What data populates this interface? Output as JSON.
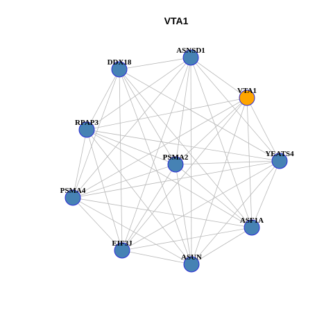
{
  "title": "VTA1",
  "colors": {
    "node_default": "#4682b4",
    "node_highlight": "#ffa500",
    "node_border": "#2a2ad6",
    "edge": "#b8b8b8"
  },
  "nodes": [
    {
      "id": "ASNSD1",
      "label": "ASNSD1",
      "highlight": false
    },
    {
      "id": "VTA1",
      "label": "VTA1",
      "highlight": true
    },
    {
      "id": "YEATS4",
      "label": "YEATS4",
      "highlight": false
    },
    {
      "id": "ASF1A",
      "label": "ASF1A",
      "highlight": false
    },
    {
      "id": "ASUN",
      "label": "ASUN",
      "highlight": false
    },
    {
      "id": "EIF3J",
      "label": "EIF3J",
      "highlight": false
    },
    {
      "id": "PSMA4",
      "label": "PSMA4",
      "highlight": false
    },
    {
      "id": "RPAP3",
      "label": "RPAP3",
      "highlight": false
    },
    {
      "id": "DDX18",
      "label": "DDX18",
      "highlight": false
    },
    {
      "id": "PSMA2",
      "label": "PSMA2",
      "highlight": false
    }
  ],
  "edges": [
    [
      "ASNSD1",
      "DDX18"
    ],
    [
      "ASNSD1",
      "VTA1"
    ],
    [
      "ASNSD1",
      "YEATS4"
    ],
    [
      "ASNSD1",
      "ASF1A"
    ],
    [
      "ASNSD1",
      "ASUN"
    ],
    [
      "ASNSD1",
      "EIF3J"
    ],
    [
      "ASNSD1",
      "PSMA4"
    ],
    [
      "ASNSD1",
      "RPAP3"
    ],
    [
      "ASNSD1",
      "PSMA2"
    ],
    [
      "VTA1",
      "YEATS4"
    ],
    [
      "VTA1",
      "ASF1A"
    ],
    [
      "VTA1",
      "ASUN"
    ],
    [
      "VTA1",
      "EIF3J"
    ],
    [
      "VTA1",
      "PSMA4"
    ],
    [
      "VTA1",
      "RPAP3"
    ],
    [
      "VTA1",
      "PSMA2"
    ],
    [
      "YEATS4",
      "ASF1A"
    ],
    [
      "YEATS4",
      "ASUN"
    ],
    [
      "YEATS4",
      "EIF3J"
    ],
    [
      "YEATS4",
      "PSMA4"
    ],
    [
      "YEATS4",
      "RPAP3"
    ],
    [
      "YEATS4",
      "DDX18"
    ],
    [
      "YEATS4",
      "PSMA2"
    ],
    [
      "ASF1A",
      "ASUN"
    ],
    [
      "ASF1A",
      "EIF3J"
    ],
    [
      "ASF1A",
      "PSMA4"
    ],
    [
      "ASF1A",
      "RPAP3"
    ],
    [
      "ASF1A",
      "DDX18"
    ],
    [
      "ASF1A",
      "PSMA2"
    ],
    [
      "ASUN",
      "EIF3J"
    ],
    [
      "ASUN",
      "PSMA4"
    ],
    [
      "ASUN",
      "RPAP3"
    ],
    [
      "ASUN",
      "DDX18"
    ],
    [
      "ASUN",
      "PSMA2"
    ],
    [
      "EIF3J",
      "PSMA4"
    ],
    [
      "EIF3J",
      "RPAP3"
    ],
    [
      "EIF3J",
      "DDX18"
    ],
    [
      "EIF3J",
      "PSMA2"
    ],
    [
      "PSMA4",
      "RPAP3"
    ],
    [
      "PSMA4",
      "DDX18"
    ],
    [
      "PSMA4",
      "PSMA2"
    ],
    [
      "RPAP3",
      "DDX18"
    ],
    [
      "RPAP3",
      "PSMA2"
    ],
    [
      "DDX18",
      "PSMA2"
    ]
  ]
}
